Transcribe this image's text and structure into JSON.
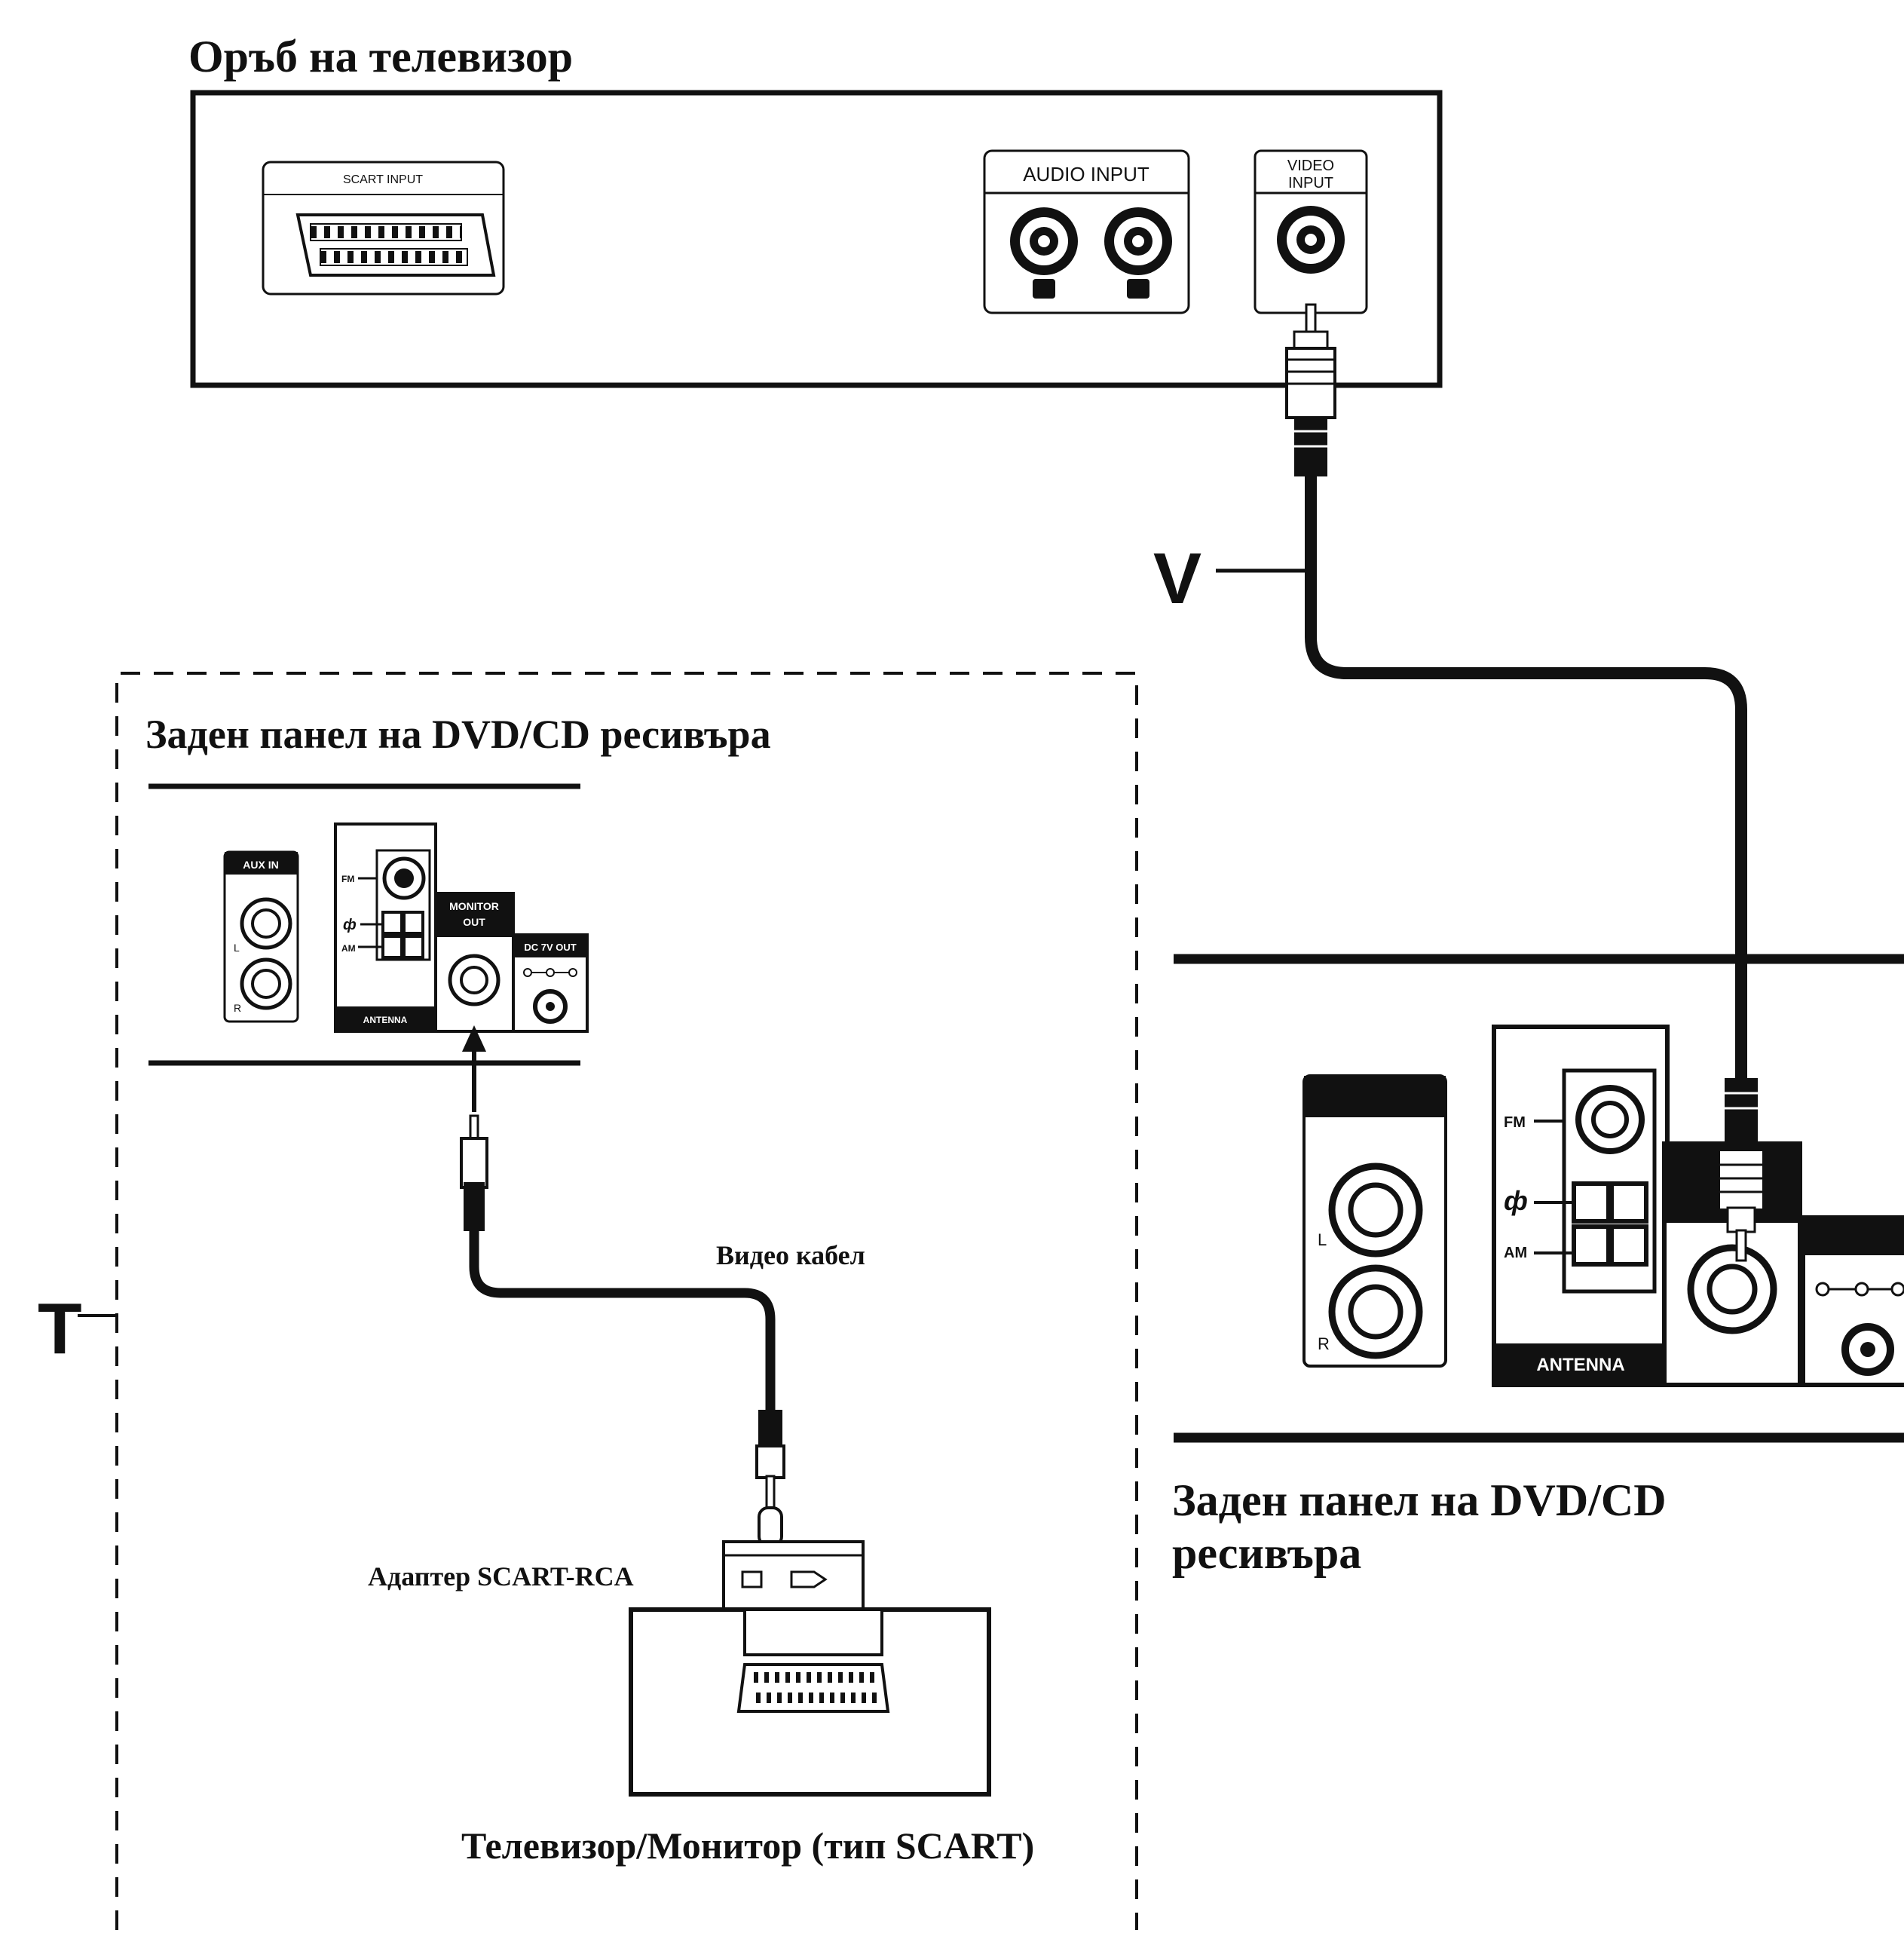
{
  "tv_section": {
    "title": "Оръб на телевизор",
    "scart_label": "SCART INPUT",
    "audio_label": "AUDIO INPUT",
    "video_label_line1": "VIDEO",
    "video_label_line2": "INPUT"
  },
  "callouts": {
    "v": "V",
    "t": "T"
  },
  "inset_box": {
    "title": "Заден панел на DVD/CD ресивъра",
    "aux_label": "AUX IN",
    "antenna_label": "ANTENNA",
    "fm_label": "FM",
    "am_label": "AM",
    "monitor_label_line1": "MONITOR",
    "monitor_label_line2": "OUT",
    "dc_label": "DC 7V OUT",
    "l_label": "L",
    "r_label": "R",
    "cable_label": "Видео кабел",
    "adapter_label": "Адаптер SCART-RCA",
    "tv_monitor_label": "Телевизор/Монитор (тип SCART)"
  },
  "receiver_panel": {
    "title_line1": "Заден панел на DVD/CD",
    "title_line2": "ресивъра",
    "antenna_label": "ANTENNA",
    "fm_label": "FM",
    "am_label": "AM",
    "l_label": "L",
    "r_label": "R"
  }
}
